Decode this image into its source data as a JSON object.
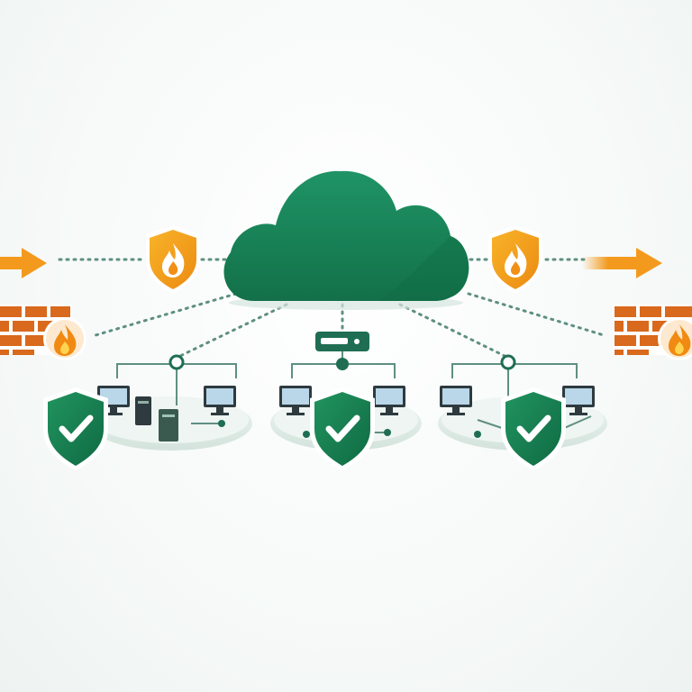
{
  "diagram": {
    "theme": "cloud-network-security",
    "colors": {
      "cloud": "#1a8a5e",
      "cloud_dark": "#137049",
      "shield_green": "#1b8a58",
      "shield_green_dark": "#0f6a43",
      "shield_orange": "#f5a21c",
      "shield_orange_dark": "#e07f10",
      "firewall_brick": "#d9691c",
      "arrow": "#f39a1e",
      "connector": "#5f8f82",
      "platform": "#dde9e4",
      "monitor_screen": "#b9d7e8"
    },
    "nodes": [
      {
        "id": "cloud",
        "icon": "cloud-icon"
      },
      {
        "id": "left-firewall-shield",
        "icon": "fire-shield-icon"
      },
      {
        "id": "right-firewall-shield",
        "icon": "fire-shield-icon"
      },
      {
        "id": "left-firewall",
        "icon": "brick-firewall-icon"
      },
      {
        "id": "right-firewall",
        "icon": "brick-firewall-icon"
      },
      {
        "id": "left-network",
        "icon": "network-cluster-icon",
        "protected": true
      },
      {
        "id": "center-network",
        "icon": "network-cluster-icon",
        "protected": true
      },
      {
        "id": "right-network",
        "icon": "network-cluster-icon",
        "protected": true
      },
      {
        "id": "center-router",
        "icon": "router-icon"
      }
    ],
    "edges": [
      {
        "from": "left-arrow",
        "to": "left-firewall-shield",
        "style": "dotted"
      },
      {
        "from": "left-firewall-shield",
        "to": "cloud",
        "style": "dotted"
      },
      {
        "from": "cloud",
        "to": "right-firewall-shield",
        "style": "dotted"
      },
      {
        "from": "right-firewall-shield",
        "to": "right-arrow",
        "style": "dotted"
      },
      {
        "from": "cloud",
        "to": "left-firewall",
        "style": "dotted"
      },
      {
        "from": "cloud",
        "to": "right-firewall",
        "style": "dotted"
      },
      {
        "from": "cloud",
        "to": "left-network",
        "style": "dotted"
      },
      {
        "from": "cloud",
        "to": "center-router",
        "style": "dotted"
      },
      {
        "from": "cloud",
        "to": "right-network",
        "style": "dotted"
      }
    ]
  }
}
